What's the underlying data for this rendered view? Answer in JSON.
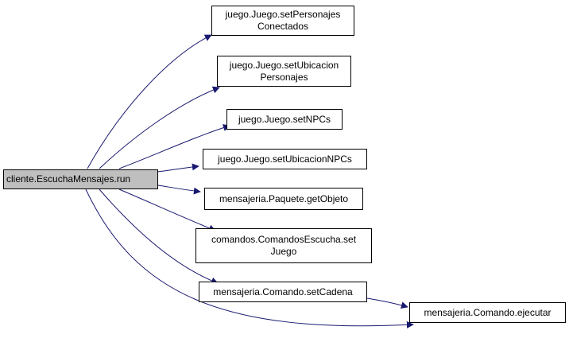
{
  "diagram": {
    "root": {
      "label": "cliente.EscuchaMensajes.run"
    },
    "nodes": [
      {
        "id": "setPersonajes",
        "label": "juego.Juego.setPersonajes\nConectados"
      },
      {
        "id": "setUbicacion",
        "label": "juego.Juego.setUbicacion\nPersonajes"
      },
      {
        "id": "setNPCs",
        "label": "juego.Juego.setNPCs"
      },
      {
        "id": "setUbicacionNPCs",
        "label": "juego.Juego.setUbicacionNPCs"
      },
      {
        "id": "getObjeto",
        "label": "mensajeria.Paquete.getObjeto"
      },
      {
        "id": "setJuego",
        "label": "comandos.ComandosEscucha.set\nJuego"
      },
      {
        "id": "setCadena",
        "label": "mensajeria.Comando.setCadena"
      },
      {
        "id": "ejecutar",
        "label": "mensajeria.Comando.ejecutar"
      }
    ],
    "edges": [
      {
        "from": "root",
        "to": "setPersonajes"
      },
      {
        "from": "root",
        "to": "setUbicacion"
      },
      {
        "from": "root",
        "to": "setNPCs"
      },
      {
        "from": "root",
        "to": "setUbicacionNPCs"
      },
      {
        "from": "root",
        "to": "getObjeto"
      },
      {
        "from": "root",
        "to": "setJuego"
      },
      {
        "from": "root",
        "to": "setCadena"
      },
      {
        "from": "root",
        "to": "ejecutar"
      },
      {
        "from": "setCadena",
        "to": "ejecutar"
      }
    ],
    "colors": {
      "edge": "#191970",
      "root_fill": "#bfbfbf",
      "border": "#000000"
    }
  }
}
